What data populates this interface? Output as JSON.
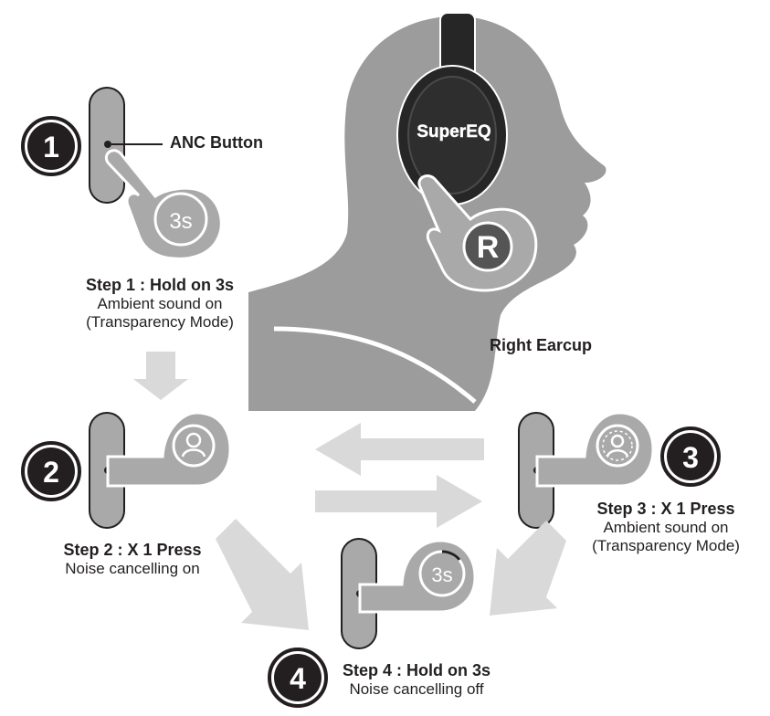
{
  "labels": {
    "anc_button": "ANC Button",
    "right_earcup": "Right Earcup",
    "brand": "SuperEQ"
  },
  "steps": [
    {
      "number": "1",
      "title": "Step 1 :    Hold on 3s",
      "line1": "Ambient sound on",
      "line2": "(Transparency Mode)",
      "badge": "3s"
    },
    {
      "number": "2",
      "title": "Step 2 : X 1 Press",
      "line1": "Noise cancelling on"
    },
    {
      "number": "3",
      "title": "Step 3 :    X 1 Press",
      "line1": "Ambient sound on",
      "line2": "(Transparency Mode)"
    },
    {
      "number": "4",
      "title": "Step 4 :    Hold on 3s",
      "line1": "Noise cancelling off",
      "badge": "3s"
    }
  ],
  "earcup_side": "R",
  "colors": {
    "dark": "#231f20",
    "head_gray": "#9c9c9c",
    "hand_gray": "#a9a9a9",
    "arrow_gray": "#d9d9d9",
    "headphone_black": "#262626"
  }
}
